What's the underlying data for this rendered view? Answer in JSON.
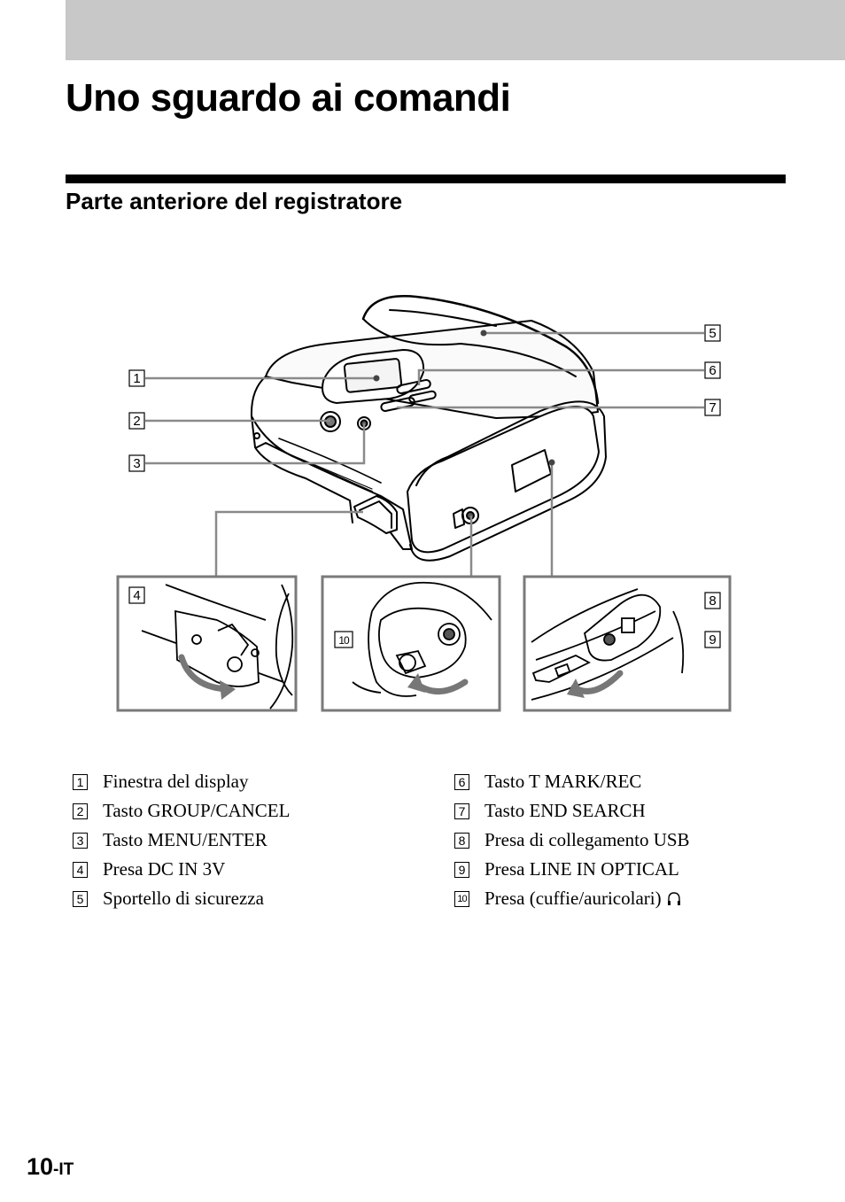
{
  "page": {
    "title": "Uno sguardo ai comandi",
    "section_title": "Parte anteriore del registratore",
    "page_number": "10",
    "page_suffix": "-IT"
  },
  "figure": {
    "callouts": [
      "1",
      "2",
      "3",
      "4",
      "5",
      "6",
      "7",
      "8",
      "9",
      "10"
    ]
  },
  "legend": {
    "left": [
      {
        "num": "1",
        "label": "Finestra del display"
      },
      {
        "num": "2",
        "label": "Tasto GROUP/CANCEL"
      },
      {
        "num": "3",
        "label": "Tasto MENU/ENTER"
      },
      {
        "num": "4",
        "label": "Presa DC IN 3V"
      },
      {
        "num": "5",
        "label": "Sportello di sicurezza"
      }
    ],
    "right": [
      {
        "num": "6",
        "label": "Tasto T MARK/REC"
      },
      {
        "num": "7",
        "label": "Tasto END SEARCH"
      },
      {
        "num": "8",
        "label": "Presa di collegamento USB"
      },
      {
        "num": "9",
        "label": "Presa LINE IN OPTICAL"
      },
      {
        "num": "10",
        "label": "Presa (cuffie/auricolari)",
        "icon": "headphones-icon"
      }
    ]
  }
}
